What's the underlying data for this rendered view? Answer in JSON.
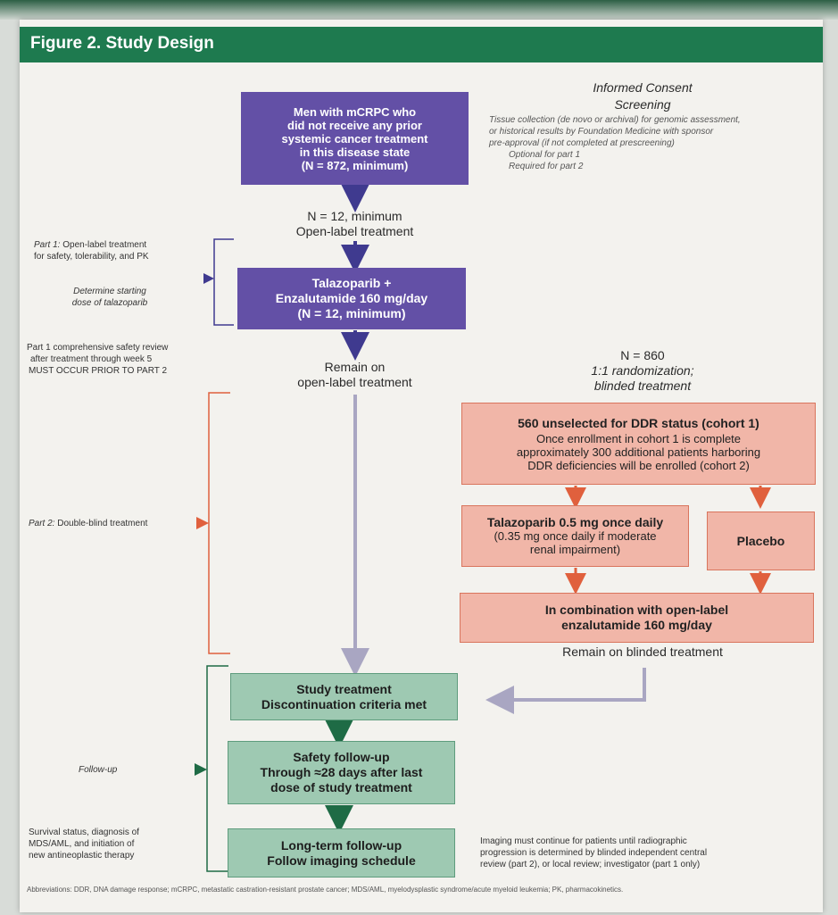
{
  "title": "Figure 2. Study Design",
  "consent": {
    "line1": "Informed Consent",
    "line2": "Screening",
    "tissue1": "Tissue collection (de novo or archival) for genomic assessment,",
    "tissue2": "or historical results by Foundation Medicine with sponsor",
    "tissue3": "pre-approval (if not completed at prescreening)",
    "opt1": "Optional for part 1",
    "opt2": "Required for part 2"
  },
  "boxes": {
    "men": [
      "Men with mCRPC who",
      "did not receive any prior",
      "systemic cancer treatment",
      "in this disease state",
      "(N = 872, minimum)"
    ],
    "talazo_enza": [
      "Talazoparib +",
      "Enzalutamide 160 mg/day",
      "(N = 12, minimum)"
    ],
    "cohort": [
      "560 unselected for DDR status (cohort 1)",
      "Once enrollment in cohort 1 is complete",
      "approximately 300 additional patients harboring",
      "DDR deficiencies will be enrolled (cohort 2)"
    ],
    "talazo_dose": [
      "Talazoparib 0.5 mg once daily",
      "(0.35 mg once daily if moderate",
      "renal impairment)"
    ],
    "placebo": "Placebo",
    "combination": [
      "In combination with open-label",
      "enzalutamide 160 mg/day"
    ],
    "study_treatment": [
      "Study treatment",
      "Discontinuation criteria met"
    ],
    "safety": [
      "Safety follow-up",
      "Through ≈28 days after last",
      "dose of study treatment"
    ],
    "longterm": [
      "Long-term follow-up",
      "Follow imaging schedule"
    ]
  },
  "mid": {
    "n12_1": "N = 12, minimum",
    "n12_2": "Open-label treatment",
    "remain1": "Remain on",
    "remain2": "open-label treatment",
    "n860": "N = 860",
    "rand": "1:1 randomization;",
    "blinded": "blinded treatment",
    "remain_blinded": "Remain on blinded treatment"
  },
  "side": {
    "part1a": "Part 1:",
    "part1b": " Open-label treatment",
    "part1c": "for safety, tolerability, and PK",
    "determine1": "Determine starting",
    "determine2": "dose of talazoparib",
    "review1": "Part 1 comprehensive safety review",
    "review2": "after treatment through week 5",
    "review3": "MUST OCCUR PRIOR TO PART 2",
    "part2a": "Part 2:",
    "part2b": " Double-blind treatment",
    "followup": "Follow-up",
    "surv1": "Survival status, diagnosis of",
    "surv2": "MDS/AML, and initiation of",
    "surv3": "new antineoplastic therapy"
  },
  "imaging": [
    "Imaging must continue for patients until radiographic",
    "progression is determined by blinded independent central",
    "review (part 2), or local review; investigator (part 1 only)"
  ],
  "abbreviations": "Abbreviations: DDR, DNA damage response; mCRPC, metastatic castration-resistant prostate cancer; MDS/AML, myelodysplastic syndrome/acute myeloid leukemia; PK, pharmacokinetics.",
  "colors": {
    "header": "#1e7a4f",
    "purple": "#6350a6",
    "pink": "#f1b6a8",
    "orange_arrow": "#e0603d",
    "green": "#9ec9b2",
    "green_arrow": "#1e6b45",
    "gray_arrow": "#a9a6c2"
  }
}
